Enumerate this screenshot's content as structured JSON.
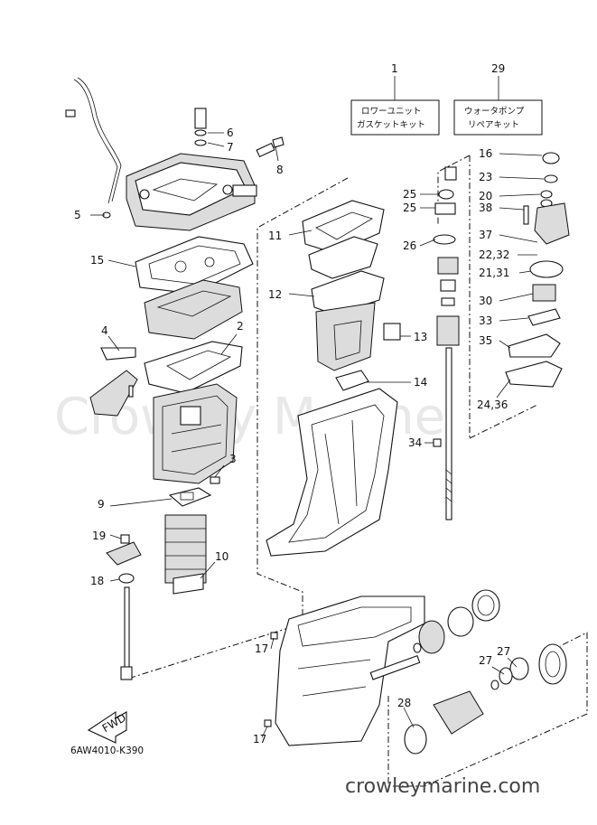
{
  "diagram": {
    "code": "6AW4010-K390",
    "site": "crowleymarine.com",
    "watermark": "Crowley Marine",
    "fwd_label": "FWD"
  },
  "kits": [
    {
      "number": "1",
      "line1": "ロワーユニット",
      "line2": "ガスケットキット"
    },
    {
      "number": "29",
      "line1": "ウォータポンプ",
      "line2": "リペアキット"
    }
  ],
  "callouts": {
    "c2": "2",
    "c3": "3",
    "c4": "4",
    "c5": "5",
    "c6": "6",
    "c7": "7",
    "c8": "8",
    "c9": "9",
    "c10": "10",
    "c11": "11",
    "c12": "12",
    "c13": "13",
    "c14": "14",
    "c15": "15",
    "c16": "16",
    "c17a": "17",
    "c17b": "17",
    "c18": "18",
    "c19": "19",
    "c20": "20",
    "c2131": "21,31",
    "c2232": "22,32",
    "c23": "23",
    "c2436": "24,36",
    "c25a": "25",
    "c25b": "25",
    "c26": "26",
    "c27a": "27",
    "c27b": "27",
    "c28": "28",
    "c30": "30",
    "c33": "33",
    "c34": "34",
    "c35": "35",
    "c37": "37",
    "c38": "38"
  }
}
